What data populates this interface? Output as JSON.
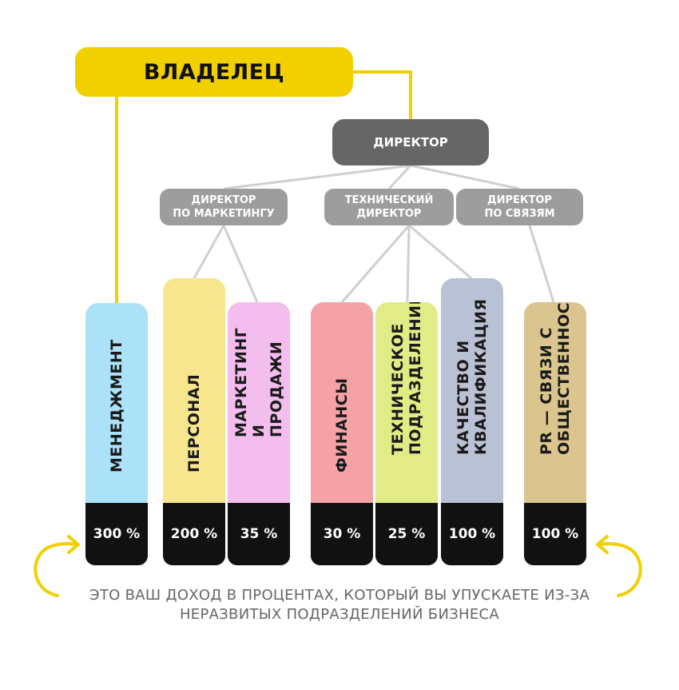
{
  "owner": {
    "label": "ВЛАДЕЛЕЦ"
  },
  "director": {
    "label": "ДИРЕКТОР"
  },
  "subdirectors": {
    "marketing": "ДИРЕКТОР\nПО МАРКЕТИНГУ",
    "technical": "ТЕХНИЧЕСКИЙ\nДИРЕКТОР",
    "communications": "ДИРЕКТОР\nПО СВЯЗЯМ"
  },
  "departments": [
    {
      "id": "management",
      "label": "МЕНЕДЖМЕНТ",
      "percent": "300 %",
      "color": "#abe2f7"
    },
    {
      "id": "personnel",
      "label": "ПЕРСОНАЛ",
      "percent": "200 %",
      "color": "#f8e68f"
    },
    {
      "id": "marketing-sales",
      "label": "МАРКЕТИНГ\nИ ПРОДАЖИ",
      "percent": "35 %",
      "color": "#f3bded"
    },
    {
      "id": "finance",
      "label": "ФИНАНСЫ",
      "percent": "30 %",
      "color": "#f4a2a6"
    },
    {
      "id": "technical",
      "label": "ТЕХНИЧЕСКОЕ\nПОДРАЗДЕЛЕНИЕ",
      "percent": "25 %",
      "color": "#e2ec86"
    },
    {
      "id": "quality",
      "label": "КАЧЕСТВО И\nКВАЛИФИКАЦИЯ",
      "percent": "100 %",
      "color": "#b9c1d4"
    },
    {
      "id": "pr",
      "label": "PR — СВЯЗИ С\nОБЩЕСТВЕННОСТЬЮ",
      "percent": "100 %",
      "color": "#dbc58e"
    }
  ],
  "note": "ЭТО ВАШ ДОХОД В ПРОЦЕНТАХ, КОТОРЫЙ ВЫ УПУСКАЕТЕ ИЗ-ЗА\nНЕРАЗВИТЫХ ПОДРАЗДЕЛЕНИЙ БИЗНЕСА",
  "colors": {
    "accent": "#f2cf00",
    "director": "#666666",
    "subdirector": "#9d9d9d",
    "connector": "#cfcfcf",
    "percent_bg": "#111111"
  }
}
